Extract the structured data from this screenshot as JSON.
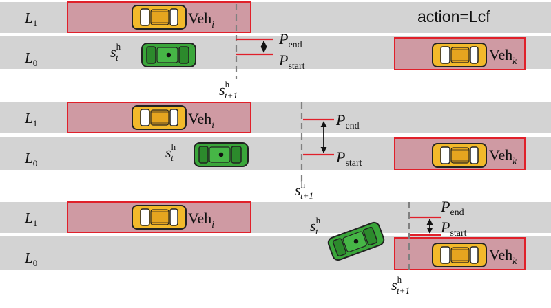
{
  "action_label": "action=Lcf",
  "lanes": {
    "upper": "L",
    "upper_sub": "1",
    "lower": "L",
    "lower_sub": "0"
  },
  "vehicles": {
    "veh_i": {
      "base": "Veh",
      "sub": "i"
    },
    "veh_k": {
      "base": "Veh",
      "sub": "k"
    }
  },
  "state_labels": {
    "current": {
      "base": "s",
      "sup": "h",
      "sub": "t"
    },
    "next": {
      "base": "s",
      "sup": "h",
      "sub": "t+1"
    }
  },
  "position_labels": {
    "end": {
      "base": "P",
      "sub": "end"
    },
    "start": {
      "base": "P",
      "sub": "start"
    }
  },
  "colors": {
    "lane": "#d3d3d3",
    "region_fill": "#cf9aa3",
    "region_border": "#e0202a",
    "ego_car": "#3aa63a",
    "other_car": "#f2b92b",
    "marker_line": "#e0202a",
    "guide_line": "#808080"
  }
}
